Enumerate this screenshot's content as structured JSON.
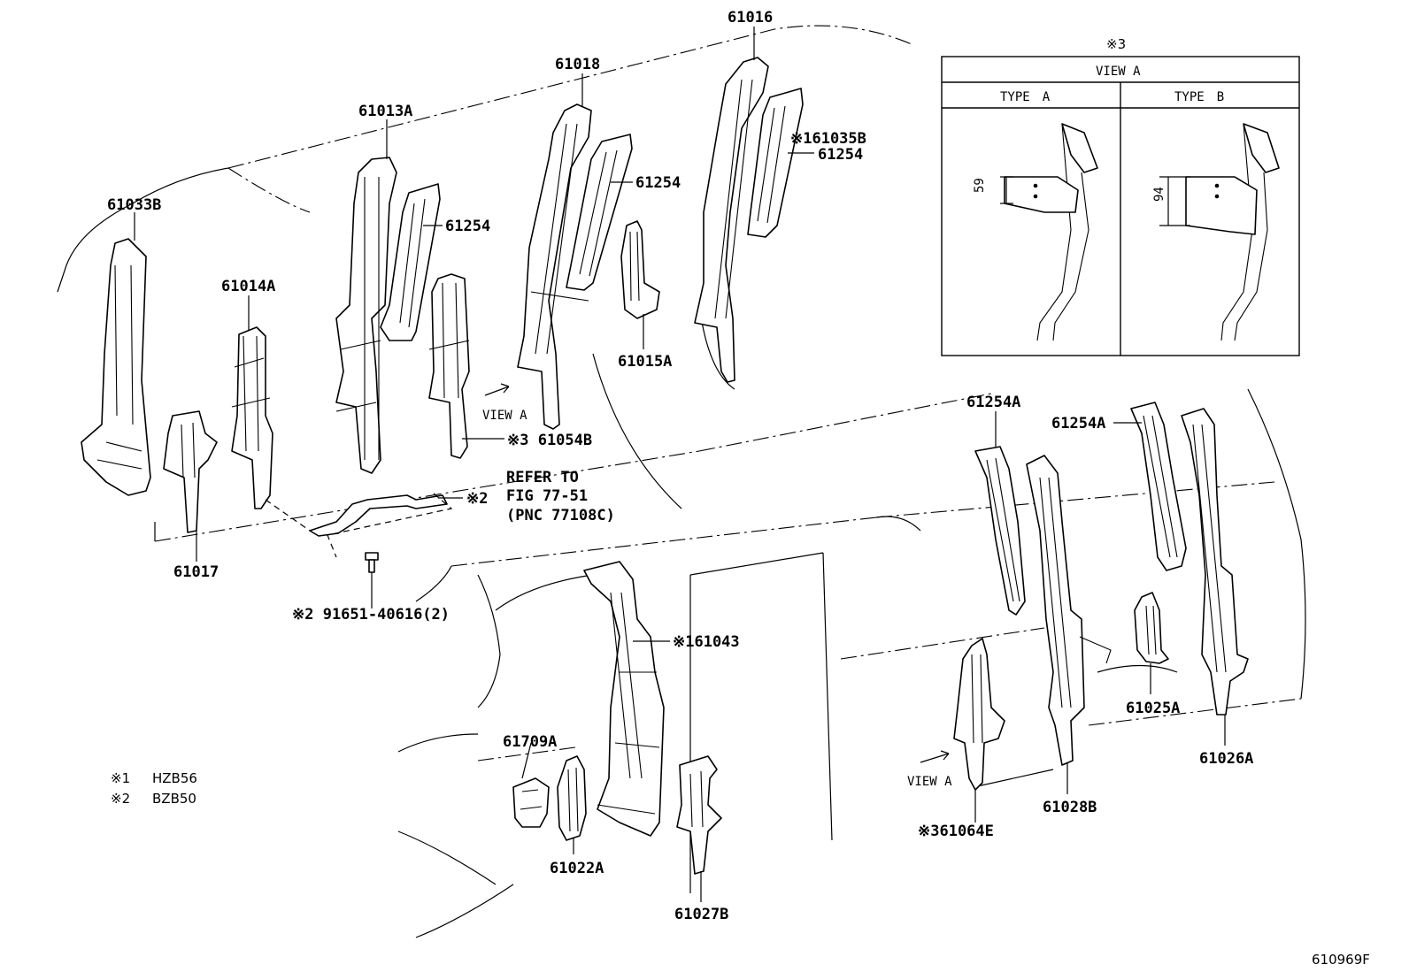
{
  "diagram_id": "610969F",
  "parts": {
    "p61016": "61016",
    "p61018": "61018",
    "p61013A": "61013A",
    "p61033B": "61033B",
    "p61014A": "61014A",
    "p61254_1": "61254",
    "p61254_2": "61254",
    "p61254_3": "61254",
    "p61035B": "※161035B",
    "p61015A": "61015A",
    "p61054B": "※3 61054B",
    "p61017": "61017",
    "p61254A_1": "61254A",
    "p61254A_2": "61254A",
    "p61043": "※161043",
    "p61709A": "61709A",
    "p61022A": "61022A",
    "p61027B": "61027B",
    "p61064E": "※361064E",
    "p61028B": "61028B",
    "p61025A": "61025A",
    "p61026A": "61026A",
    "p91651": "※2 91651-40616(2)",
    "ref2": "※2"
  },
  "view_a_label_1": "VIEW A",
  "view_a_label_2": "VIEW A",
  "refer_to": {
    "line1": "REFER TO",
    "line2": "FIG 77-51",
    "line3": "(PNC 77108C)"
  },
  "notes": [
    {
      "mark": "※1",
      "text": "HZB56"
    },
    {
      "mark": "※2",
      "text": "BZB50"
    }
  ],
  "inset": {
    "mark": "※3",
    "title": "VIEW A",
    "type_a": "TYPE　A",
    "type_b": "TYPE　B",
    "dim_a": "59",
    "dim_b": "94"
  }
}
